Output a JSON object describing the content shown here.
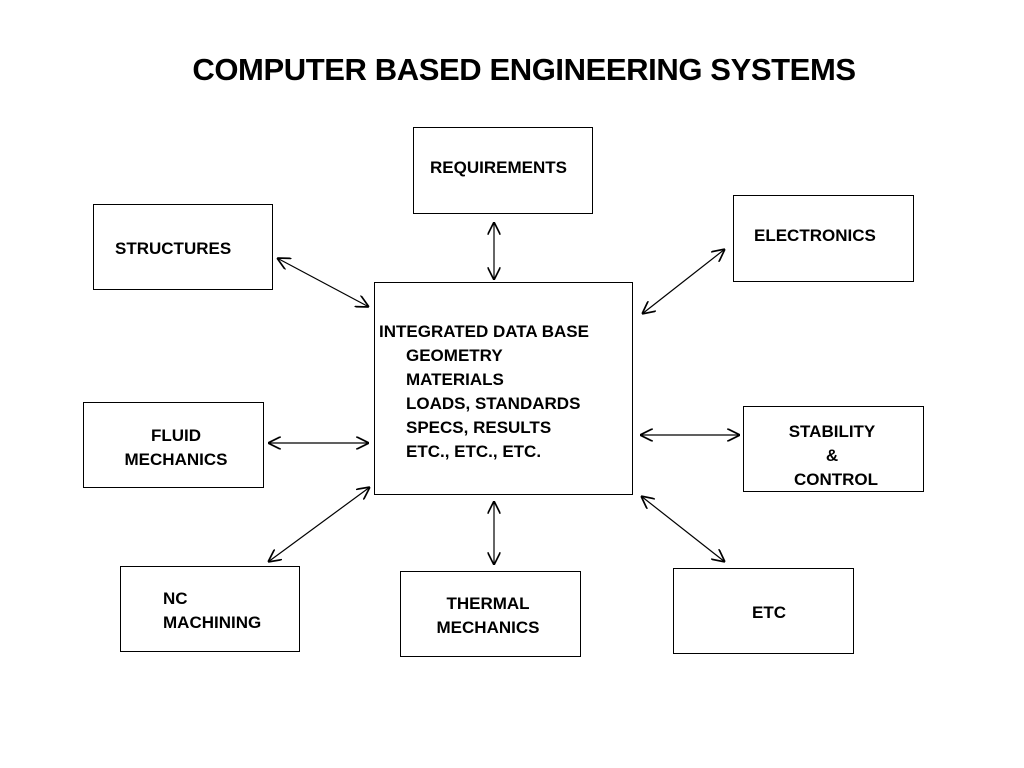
{
  "title": "COMPUTER BASED ENGINEERING SYSTEMS",
  "nodes": {
    "requirements": "REQUIREMENTS",
    "structures": "STRUCTURES",
    "electronics": "ELECTRONICS",
    "fluid_mechanics": [
      "FLUID",
      "MECHANICS"
    ],
    "stability_control": [
      "STABILITY",
      "&",
      "CONTROL"
    ],
    "nc_machining": [
      "NC",
      "MACHINING"
    ],
    "thermal_mechanics": [
      "THERMAL",
      "MECHANICS"
    ],
    "etc": "ETC"
  },
  "database": {
    "heading": "INTEGRATED DATA BASE",
    "items": [
      "GEOMETRY",
      "MATERIALS",
      "LOADS, STANDARDS",
      "SPECS, RESULTS",
      "ETC., ETC., ETC."
    ]
  }
}
